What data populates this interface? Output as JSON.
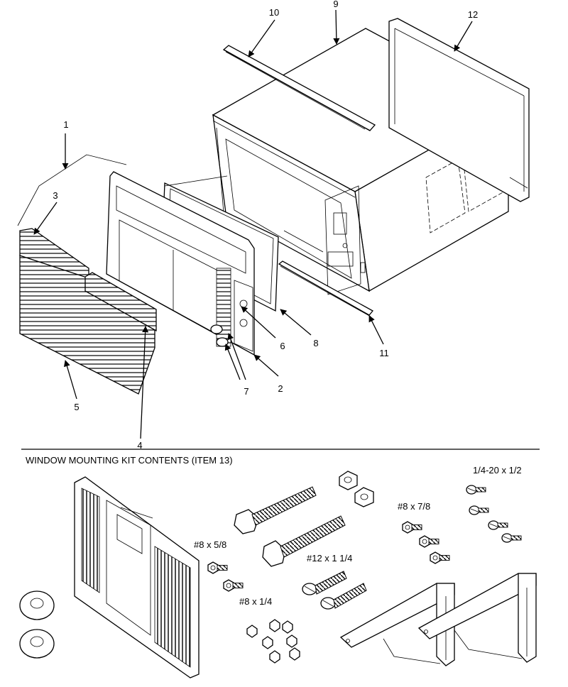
{
  "callouts": {
    "c1": "1",
    "c2": "2",
    "c3": "3",
    "c4": "4",
    "c5": "5",
    "c6": "6",
    "c7": "7",
    "c8": "8",
    "c9": "9",
    "c10": "10",
    "c11": "11",
    "c12": "12"
  },
  "kit": {
    "heading": "WINDOW MOUNTING KIT CONTENTS (ITEM 13)",
    "screw_quarter20": "1/4-20 x 1/2",
    "screw_8x78": "#8 x 7/8",
    "screw_8x58": "#8 x 5/8",
    "screw_12x114": "#12 x 1 1/4",
    "screw_8x14": "#8 x 1/4"
  }
}
